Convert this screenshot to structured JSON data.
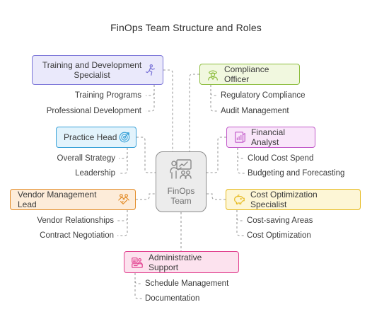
{
  "title": "FinOps Team Structure and Roles",
  "center": {
    "label": "FinOps Team",
    "icon": "team-presentation-icon"
  },
  "roles": [
    {
      "key": "training",
      "label": "Training and Development Specialist",
      "icon": "runner-icon",
      "color": "#7b75d8",
      "fill": "#eae9fb",
      "items": [
        "Training Programs",
        "Professional Development"
      ]
    },
    {
      "key": "compliance",
      "label": "Compliance Officer",
      "icon": "officer-icon",
      "color": "#8dbd3f",
      "fill": "#f1f8df",
      "items": [
        "Regulatory Compliance",
        "Audit Management"
      ]
    },
    {
      "key": "practice",
      "label": "Practice Head",
      "icon": "target-icon",
      "color": "#3aa2d8",
      "fill": "#e2f3fc",
      "items": [
        "Overall Strategy",
        "Leadership"
      ]
    },
    {
      "key": "financial",
      "label": "Financial Analyst",
      "icon": "report-icon",
      "color": "#c25bc9",
      "fill": "#f9e6fa",
      "items": [
        "Cloud Cost Spend",
        "Budgeting and Forecasting"
      ]
    },
    {
      "key": "vendor",
      "label": "Vendor Management Lead",
      "icon": "handshake-icon",
      "color": "#e38d2a",
      "fill": "#fdecd9",
      "items": [
        "Vendor Relationships",
        "Contract Negotiation"
      ]
    },
    {
      "key": "costopt",
      "label": "Cost Optimization Specialist",
      "icon": "piggy-bank-icon",
      "color": "#e6b91c",
      "fill": "#fdf6d6",
      "items": [
        "Cost-saving Areas",
        "Cost Optimization"
      ]
    },
    {
      "key": "admin",
      "label": "Administrative Support",
      "icon": "organizer-icon",
      "color": "#e1408f",
      "fill": "#fce2ee",
      "items": [
        "Schedule Management",
        "Documentation"
      ]
    }
  ]
}
